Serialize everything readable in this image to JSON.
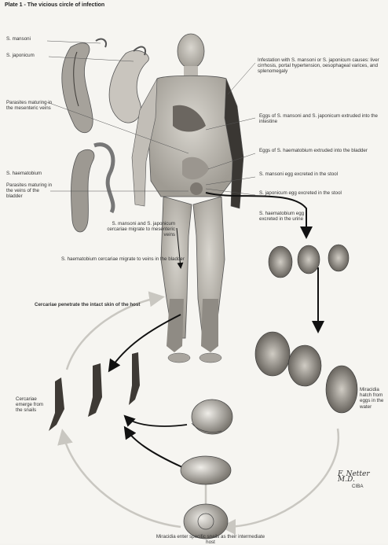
{
  "title": "Plate 1 - The vicious circle of infection",
  "labels": {
    "s_mansoni": "S. mansoni",
    "s_japonicum": "S. japonicum",
    "parasites_mesenteric": "Parasites maturing in the mesenteric veins",
    "s_haematobium": "S. haematobium",
    "parasites_bladder": "Parasites maturing in the veins of the bladder",
    "infestation": "Infestation with S. mansoni or S. japonicum causes: liver cirrhosis, portal hypertension, oesophageal varices, and splenomegaly",
    "eggs_intestine": "Eggs of S. mansoni and S. japonicum extruded into the intestine",
    "eggs_bladder": "Eggs of S. haematobium extruded into the bladder",
    "mansoni_egg_stool": "S. mansoni egg excreted in the stool",
    "japonicum_egg_stool": "S. japonicum egg excreted in the stool",
    "haematobium_egg_urine": "S. haematobium egg excreted in the urine",
    "cercariae_mesenteric": "S. mansoni and S. japonicum cercariae migrate to mesenteric veins",
    "cercariae_bladder": "S. haematobium cercariae migrate to veins in the bladder",
    "cercariae_penetrate": "Cercariae penetrate the intact skin of the host",
    "cercariae_emerge": "Cercariae emerge from the snails",
    "miracidia_hatch": "Miracidia hatch from eggs in the water",
    "miracidia_enter": "Miracidia enter specific snails as their intermediate host"
  },
  "signature": "F. Netter M.D.",
  "credit": "CIBA"
}
